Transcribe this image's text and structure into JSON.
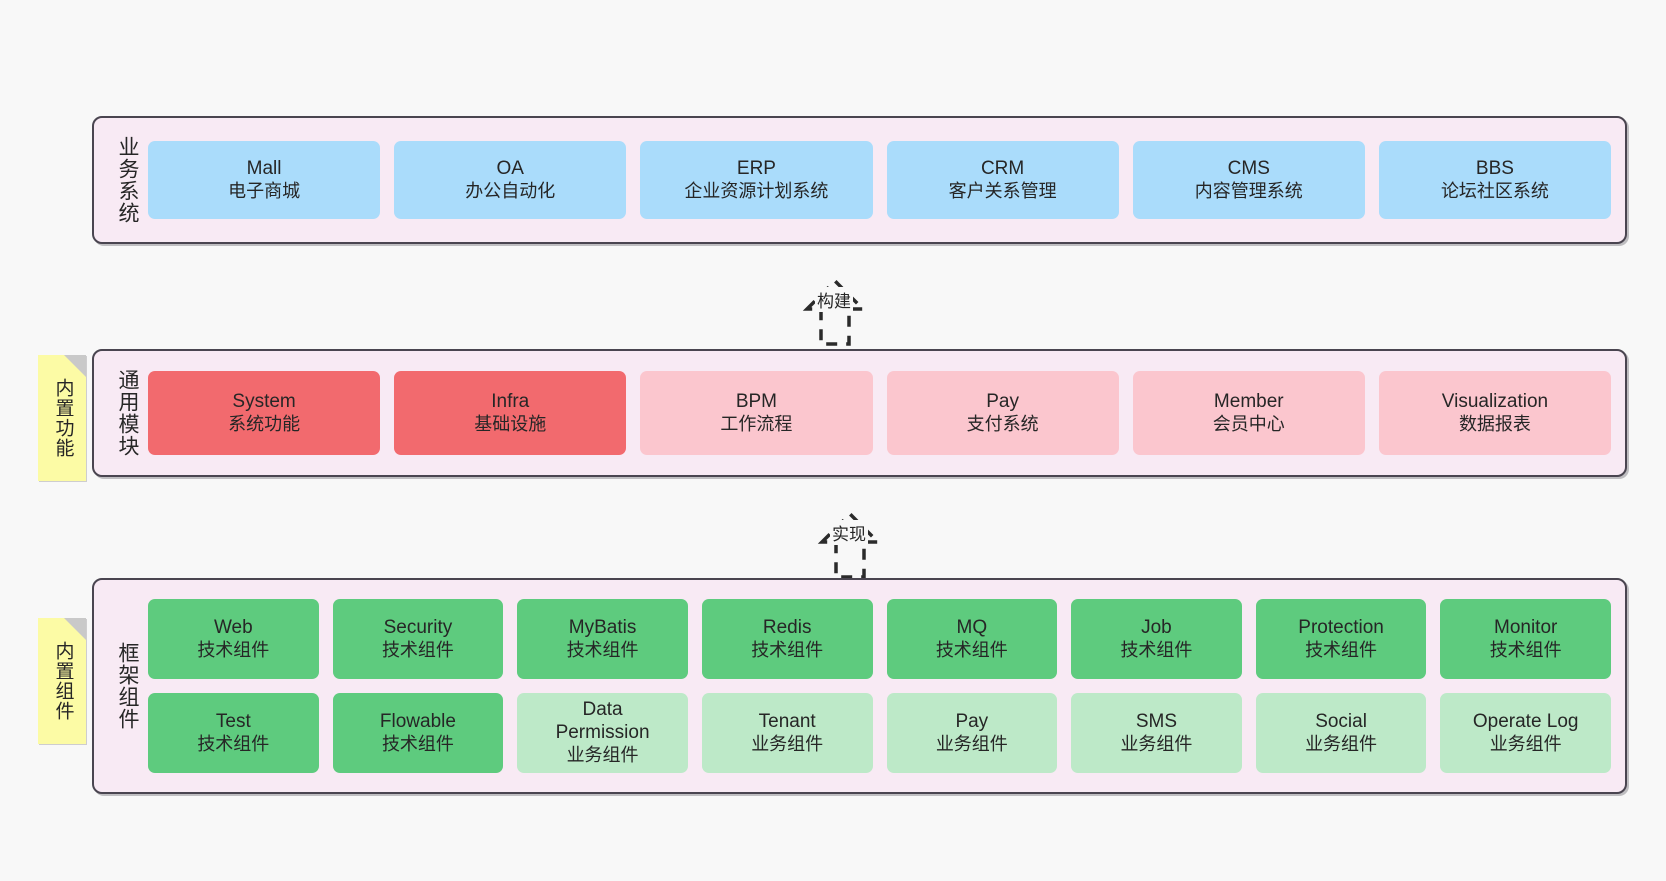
{
  "diagram": {
    "background_color": "#f8f8f8",
    "band_color": "#f8eaf4",
    "band_border_color": "#4a4550",
    "note_color": "#fcfba5"
  },
  "layers": [
    {
      "id": "business-system",
      "label": "业务系统",
      "cards": [
        {
          "title": "Mall",
          "subtitle": "电子商城",
          "color": "#aadcfb",
          "style": "blue"
        },
        {
          "title": "OA",
          "subtitle": "办公自动化",
          "color": "#aadcfb",
          "style": "blue"
        },
        {
          "title": "ERP",
          "subtitle": "企业资源计划系统",
          "color": "#aadcfb",
          "style": "blue"
        },
        {
          "title": "CRM",
          "subtitle": "客户关系管理",
          "color": "#aadcfb",
          "style": "blue"
        },
        {
          "title": "CMS",
          "subtitle": "内容管理系统",
          "color": "#aadcfb",
          "style": "blue"
        },
        {
          "title": "BBS",
          "subtitle": "论坛社区系统",
          "color": "#aadcfb",
          "style": "blue"
        }
      ]
    },
    {
      "id": "common-module",
      "label": "通用模块",
      "note": "内置功能",
      "cards": [
        {
          "title": "System",
          "subtitle": "系统功能",
          "color": "#f26a6e",
          "style": "red"
        },
        {
          "title": "Infra",
          "subtitle": "基础设施",
          "color": "#f26a6e",
          "style": "red"
        },
        {
          "title": "BPM",
          "subtitle": "工作流程",
          "color": "#fbc6ce",
          "style": "pink"
        },
        {
          "title": "Pay",
          "subtitle": "支付系统",
          "color": "#fbc6ce",
          "style": "pink"
        },
        {
          "title": "Member",
          "subtitle": "会员中心",
          "color": "#fbc6ce",
          "style": "pink"
        },
        {
          "title": "Visualization",
          "subtitle": "数据报表",
          "color": "#fbc6ce",
          "style": "pink"
        }
      ]
    },
    {
      "id": "framework-component",
      "label": "框架组件",
      "note": "内置组件",
      "rows": [
        [
          {
            "title": "Web",
            "subtitle": "技术组件",
            "color": "#5ecb7e",
            "style": "green"
          },
          {
            "title": "Security",
            "subtitle": "技术组件",
            "color": "#5ecb7e",
            "style": "green"
          },
          {
            "title": "MyBatis",
            "subtitle": "技术组件",
            "color": "#5ecb7e",
            "style": "green"
          },
          {
            "title": "Redis",
            "subtitle": "技术组件",
            "color": "#5ecb7e",
            "style": "green"
          },
          {
            "title": "MQ",
            "subtitle": "技术组件",
            "color": "#5ecb7e",
            "style": "green"
          },
          {
            "title": "Job",
            "subtitle": "技术组件",
            "color": "#5ecb7e",
            "style": "green"
          },
          {
            "title": "Protection",
            "subtitle": "技术组件",
            "color": "#5ecb7e",
            "style": "green"
          },
          {
            "title": "Monitor",
            "subtitle": "技术组件",
            "color": "#5ecb7e",
            "style": "green"
          }
        ],
        [
          {
            "title": "Test",
            "subtitle": "技术组件",
            "color": "#5ecb7e",
            "style": "green"
          },
          {
            "title": "Flowable",
            "subtitle": "技术组件",
            "color": "#5ecb7e",
            "style": "green"
          },
          {
            "title": "Data",
            "title2": "Permission",
            "subtitle": "业务组件",
            "color": "#bde9c8",
            "style": "lightgreen"
          },
          {
            "title": "Tenant",
            "subtitle": "业务组件",
            "color": "#bde9c8",
            "style": "lightgreen"
          },
          {
            "title": "Pay",
            "subtitle": "业务组件",
            "color": "#bde9c8",
            "style": "lightgreen"
          },
          {
            "title": "SMS",
            "subtitle": "业务组件",
            "color": "#bde9c8",
            "style": "lightgreen"
          },
          {
            "title": "Social",
            "subtitle": "业务组件",
            "color": "#bde9c8",
            "style": "lightgreen"
          },
          {
            "title": "Operate Log",
            "subtitle": "业务组件",
            "color": "#bde9c8",
            "style": "lightgreen"
          }
        ]
      ]
    }
  ],
  "connectors": [
    {
      "id": "build",
      "label": "构建",
      "direction": "up"
    },
    {
      "id": "implement",
      "label": "实现",
      "direction": "up"
    }
  ]
}
